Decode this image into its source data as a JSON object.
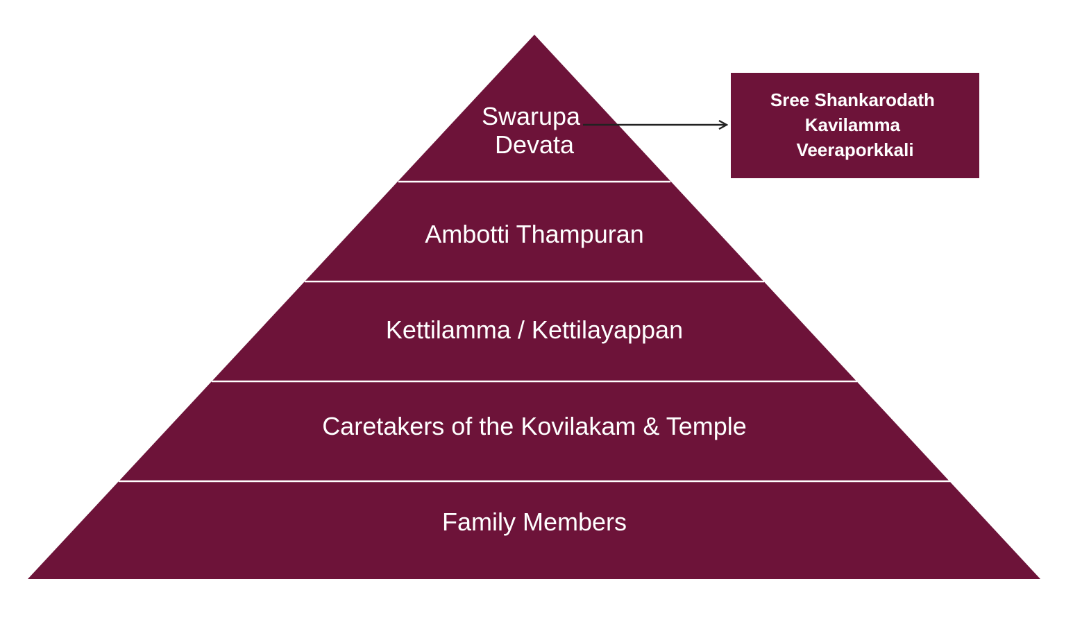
{
  "colors": {
    "fill": "#6d1339",
    "divider": "#ffffff",
    "text": "#ffffff",
    "arrow": "#222222"
  },
  "pyramid": {
    "tiers": [
      {
        "lines": [
          "Swarupa",
          "Devata"
        ]
      },
      {
        "lines": [
          "Ambotti Thampuran"
        ]
      },
      {
        "lines": [
          "Kettilamma / Kettilayappan"
        ]
      },
      {
        "lines": [
          "Caretakers of the Kovilakam & Temple"
        ]
      },
      {
        "lines": [
          "Family Members"
        ]
      }
    ]
  },
  "callout": {
    "lines": [
      "Sree Shankarodath",
      "Kavilamma",
      "Veeraporkkali"
    ]
  }
}
